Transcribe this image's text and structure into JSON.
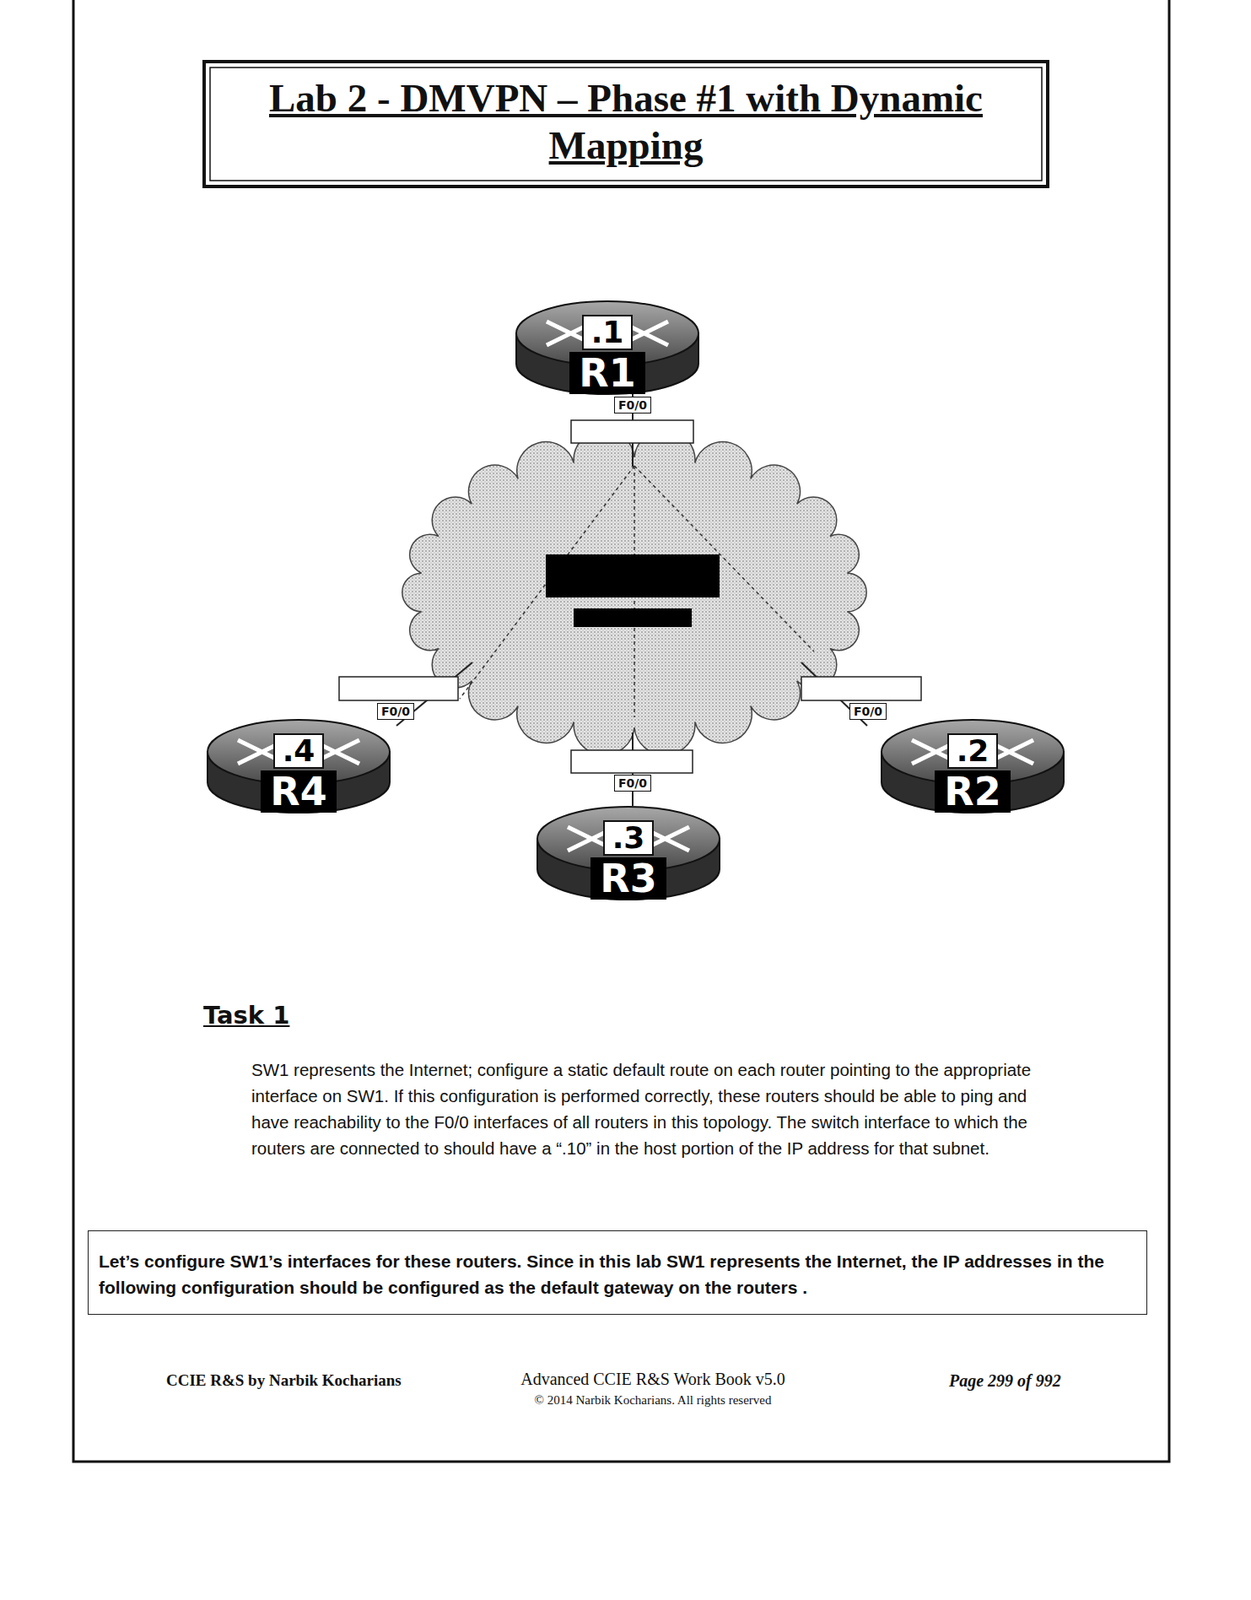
{
  "diagram": {
    "title": "Lab 2 - DMVPN – Phase #1 with Dynamic Mapping",
    "nodes": [
      {
        "text": [
          ".1",
          "R1"
        ]
      },
      {
        "text": [
          ".4",
          "R4"
        ]
      },
      {
        "text": [
          ".2",
          "R2"
        ]
      },
      {
        "text": [
          ".3",
          "R3"
        ]
      },
      {
        "text": [
          "Let’s configure SW1’s interfaces for these routers. Since in this lab SW1 represents the Internet, the IP addresses in the following configuration should be configured as the default gateway on the routers ."
        ]
      }
    ],
    "labels": [
      "F0/0",
      "F0/0",
      "F0/0",
      "F0/0",
      "Task 1",
      "SW1 represents the Internet; configure a static default route on each router pointing to the appropriate interface on SW1. If this configuration is performed correctly, these routers should be able to ping and have reachability to the F0/0 interfaces of all routers in this topology. The switch interface to which the routers are connected to should have a “.10” in the host portion of the IP address for that subnet.",
      "CCIE R&S by Narbik Kocharians",
      "Advanced CCIE R&S Work Book v5.0",
      "© 2014 Narbik Kocharians. All rights reserved",
      "Page 299 of 992"
    ]
  }
}
